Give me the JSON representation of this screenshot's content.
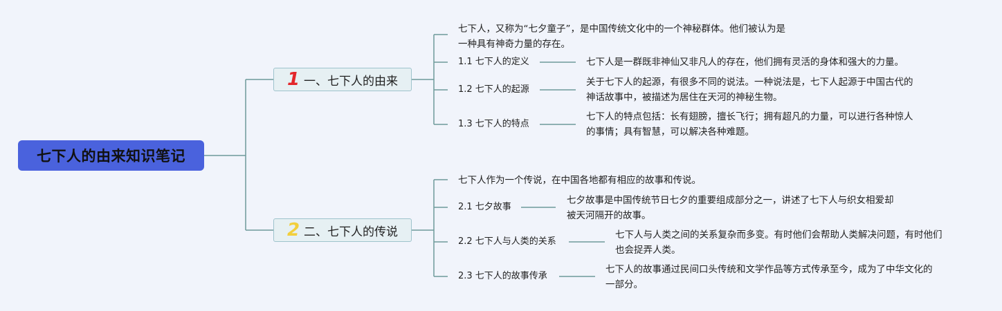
{
  "root": {
    "title": "七下人的由来知识笔记"
  },
  "branches": [
    {
      "number": "1",
      "label": "一、七下人的由来",
      "intro": [
        "七下人，又称为“七夕童子”，是中国传统文化中的一个神秘群体。他们被认为是",
        "一种具有神奇力量的存在。"
      ],
      "items": [
        {
          "label": "1.1 七下人的定义",
          "desc": [
            "七下人是一群既非神仙又非凡人的存在，他们拥有灵活的身体和强大的力量。"
          ]
        },
        {
          "label": "1.2 七下人的起源",
          "desc": [
            "关于七下人的起源，有很多不同的说法。一种说法是，七下人起源于中国古代的",
            "神话故事中，被描述为居住在天河的神秘生物。"
          ]
        },
        {
          "label": "1.3 七下人的特点",
          "desc": [
            "七下人的特点包括：长有翅膀，擅长飞行；拥有超凡的力量，可以进行各种惊人",
            "的事情；具有智慧，可以解决各种难题。"
          ]
        }
      ]
    },
    {
      "number": "2",
      "label": "二、七下人的传说",
      "intro": [
        "七下人作为一个传说，在中国各地都有相应的故事和传说。"
      ],
      "items": [
        {
          "label": "2.1 七夕故事",
          "desc": [
            "七夕故事是中国传统节日七夕的重要组成部分之一，讲述了七下人与织女相爱却",
            "被天河隔开的故事。"
          ]
        },
        {
          "label": "2.2 七下人与人类的关系",
          "desc": [
            "七下人与人类之间的关系复杂而多变。有时他们会帮助人类解决问题，有时他们",
            "也会捉弄人类。"
          ]
        },
        {
          "label": "2.3 七下人的故事传承",
          "desc": [
            "七下人的故事通过民间口头传统和文学作品等方式传承至今，成为了中华文化的",
            "一部分。"
          ]
        }
      ]
    }
  ]
}
